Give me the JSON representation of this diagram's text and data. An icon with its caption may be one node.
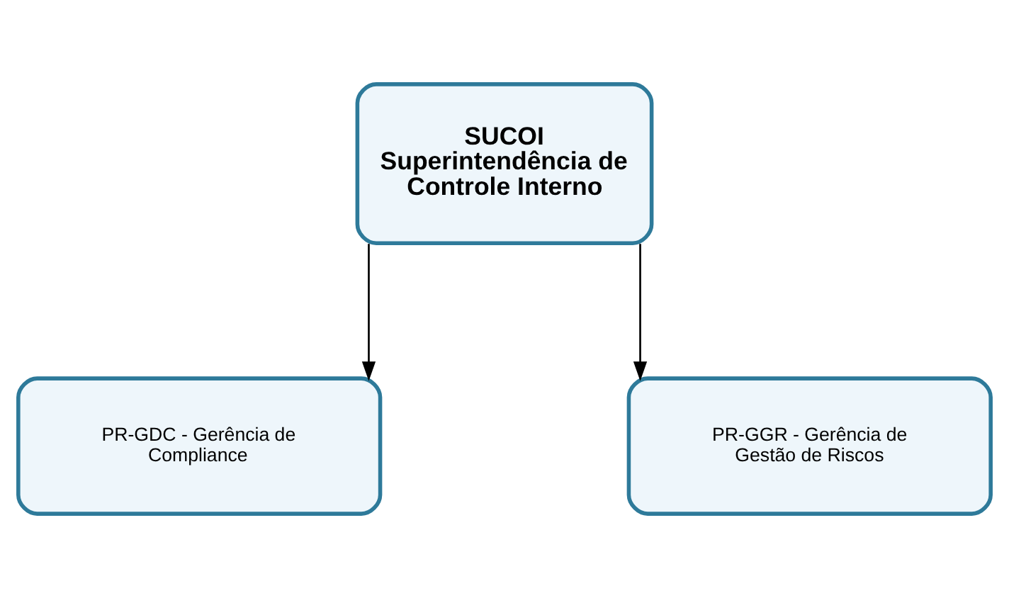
{
  "diagram": {
    "nodes": [
      {
        "text": [
          "SUCOI",
          "Superintendência de Controle Interno"
        ]
      },
      {
        "text": [
          "PR-GDC - Gerência de Compliance"
        ]
      },
      {
        "text": [
          "PR-GGR - Gerência de Gestão de Riscos"
        ]
      }
    ],
    "edges": [
      {
        "from": 0,
        "to": 1,
        "arrow": "to"
      },
      {
        "from": 0,
        "to": 2,
        "arrow": "to"
      }
    ]
  }
}
